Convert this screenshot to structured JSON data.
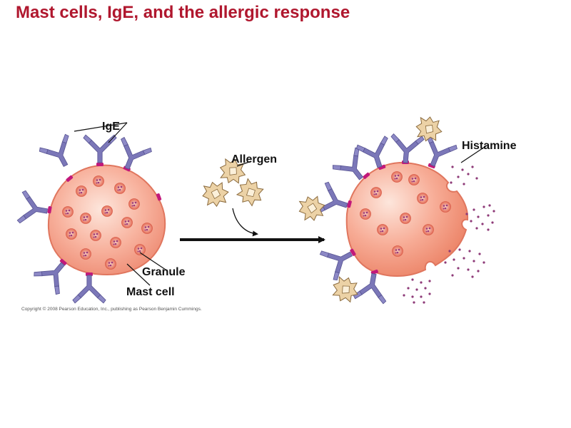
{
  "title": "Mast cells, IgE, and the allergic response",
  "labels": {
    "ige": "IgE",
    "allergen": "Allergen",
    "histamine": "Histamine",
    "granule": "Granule",
    "mast_cell": "Mast cell"
  },
  "copyright": "Copyright © 2008 Pearson Education, Inc., publishing as Pearson Benjamin Cummings.",
  "colors": {
    "title": "#b0172e",
    "cell_fill": "#f6a48e",
    "antibody": "#7b77b8",
    "receptor": "#c2187a",
    "histamine": "#8e3a78",
    "allergen": "#e9cda0"
  }
}
